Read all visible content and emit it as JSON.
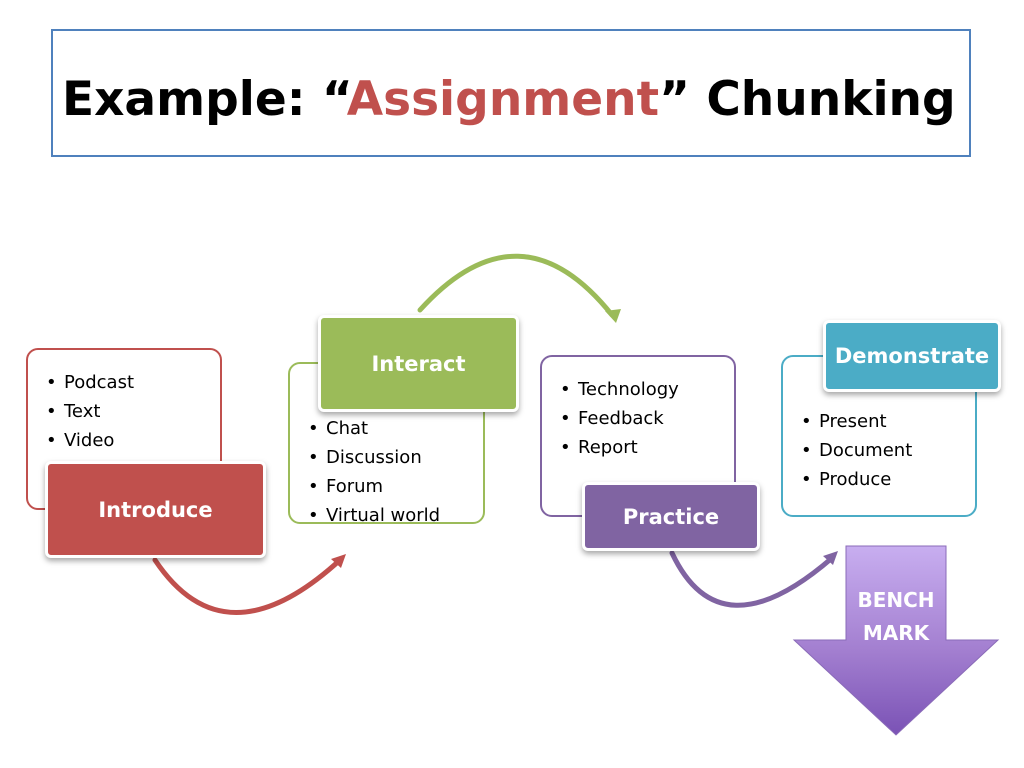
{
  "title": {
    "prefix": "Example: “",
    "accent": "Assignment",
    "suffix": "” Chunking"
  },
  "stages": {
    "introduce": {
      "label": "Introduce",
      "items": [
        "Podcast",
        "Text",
        "Video"
      ]
    },
    "interact": {
      "label": "Interact",
      "items": [
        "Chat",
        "Discussion",
        "Forum",
        "Virtual world"
      ]
    },
    "practice": {
      "label": "Practice",
      "items": [
        "Technology",
        "Feedback",
        "Report"
      ]
    },
    "demonstrate": {
      "label": "Demonstrate",
      "items": [
        "Present",
        "Document",
        "Produce"
      ]
    }
  },
  "benchmark": {
    "line1": "BENCH",
    "line2": "MARK"
  },
  "colors": {
    "accent": "#c0504d",
    "title_border": "#4f81bd",
    "introduce": "#c0504d",
    "interact": "#9bbb59",
    "practice": "#8064a2",
    "demonstrate": "#4bacc6",
    "benchmark": "#a37fd0"
  }
}
